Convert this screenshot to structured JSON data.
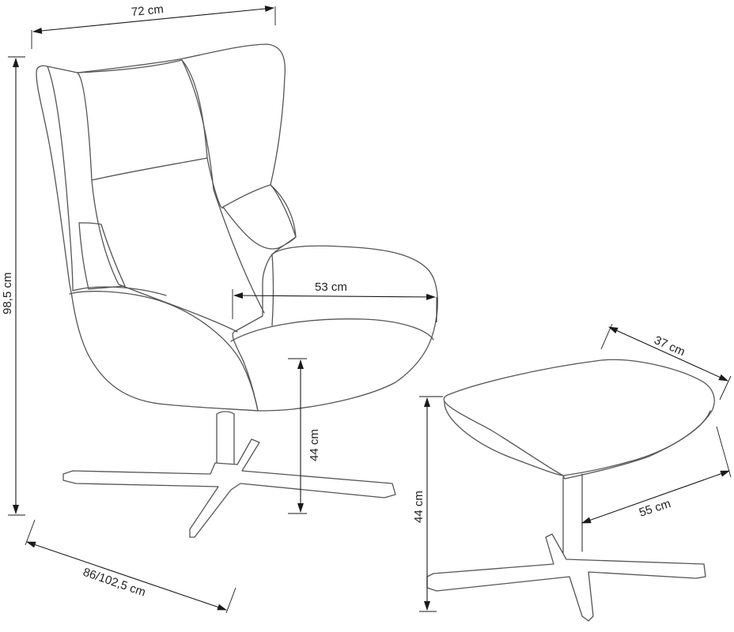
{
  "dimensions": {
    "chair_width": "72 cm",
    "chair_height": "98,5 cm",
    "seat_depth": "53 cm",
    "seat_height": "44 cm",
    "chair_depth": "86/102,5 cm",
    "stool_depth": "37 cm",
    "stool_width": "55 cm",
    "stool_height": "44 cm"
  },
  "colors": {
    "line": "#555555",
    "dimension": "#1a1a1a",
    "background": "#ffffff"
  }
}
